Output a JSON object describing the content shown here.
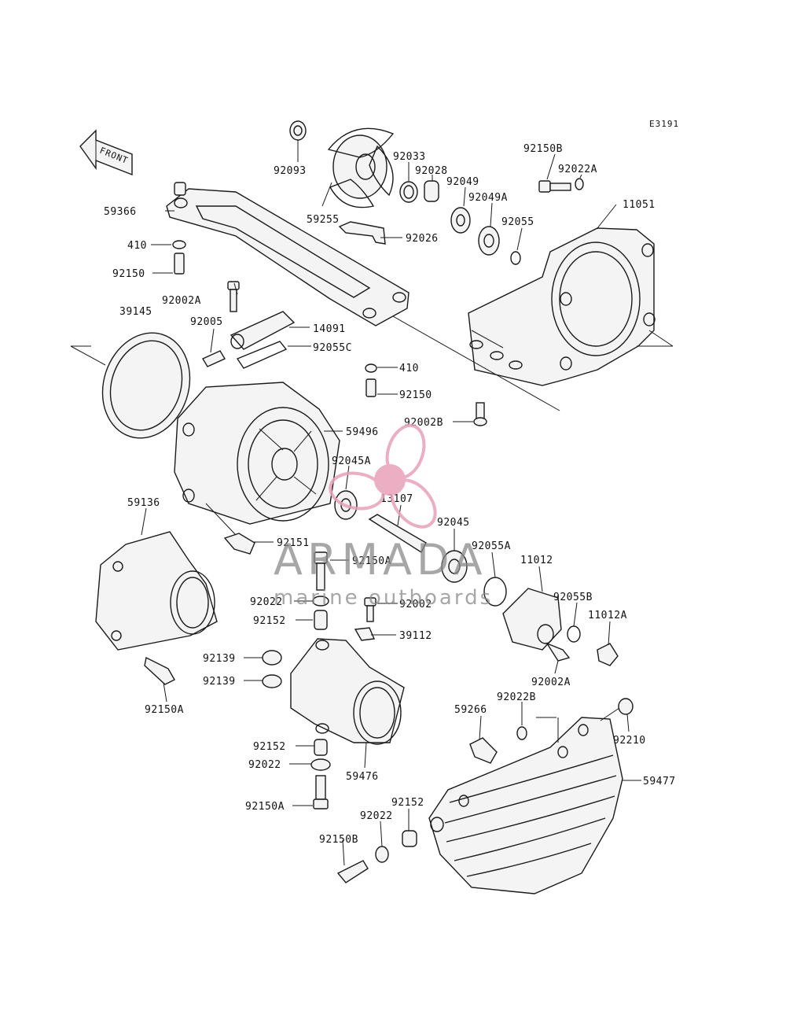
{
  "diagram_code": "E3191",
  "front_label": "FRONT",
  "watermark": {
    "brand": "ARMADA",
    "tagline": "marine outboards",
    "color": "#e8a0b8"
  },
  "labels": [
    {
      "id": "92093",
      "text": "92093"
    },
    {
      "id": "92033",
      "text": "92033"
    },
    {
      "id": "92028",
      "text": "92028"
    },
    {
      "id": "92049",
      "text": "92049"
    },
    {
      "id": "92049A",
      "text": "92049A"
    },
    {
      "id": "92055",
      "text": "92055"
    },
    {
      "id": "92150B_top",
      "text": "92150B"
    },
    {
      "id": "92022A",
      "text": "92022A"
    },
    {
      "id": "11051",
      "text": "11051"
    },
    {
      "id": "59366",
      "text": "59366"
    },
    {
      "id": "59255",
      "text": "59255"
    },
    {
      "id": "92026",
      "text": "92026"
    },
    {
      "id": "410_top",
      "text": "410"
    },
    {
      "id": "92150_top",
      "text": "92150"
    },
    {
      "id": "92002A_top",
      "text": "92002A"
    },
    {
      "id": "39145",
      "text": "39145"
    },
    {
      "id": "92005",
      "text": "92005"
    },
    {
      "id": "14091",
      "text": "14091"
    },
    {
      "id": "92055C",
      "text": "92055C"
    },
    {
      "id": "410_mid",
      "text": "410"
    },
    {
      "id": "92150_mid",
      "text": "92150"
    },
    {
      "id": "92002B",
      "text": "92002B"
    },
    {
      "id": "59496",
      "text": "59496"
    },
    {
      "id": "92045A",
      "text": "92045A"
    },
    {
      "id": "13107",
      "text": "13107"
    },
    {
      "id": "92045",
      "text": "92045"
    },
    {
      "id": "59136",
      "text": "59136"
    },
    {
      "id": "92151",
      "text": "92151"
    },
    {
      "id": "92150A_mid",
      "text": "92150A"
    },
    {
      "id": "92055A",
      "text": "92055A"
    },
    {
      "id": "11012",
      "text": "11012"
    },
    {
      "id": "92022_a",
      "text": "92022"
    },
    {
      "id": "92002",
      "text": "92002"
    },
    {
      "id": "92055B",
      "text": "92055B"
    },
    {
      "id": "92152_a",
      "text": "92152"
    },
    {
      "id": "39112",
      "text": "39112"
    },
    {
      "id": "11012A",
      "text": "11012A"
    },
    {
      "id": "92139_a",
      "text": "92139"
    },
    {
      "id": "92139_b",
      "text": "92139"
    },
    {
      "id": "92002A_bot",
      "text": "92002A"
    },
    {
      "id": "92022B",
      "text": "92022B"
    },
    {
      "id": "92150A_left",
      "text": "92150A"
    },
    {
      "id": "59266",
      "text": "59266"
    },
    {
      "id": "92210",
      "text": "92210"
    },
    {
      "id": "92152_b",
      "text": "92152"
    },
    {
      "id": "92022_b",
      "text": "92022"
    },
    {
      "id": "59476",
      "text": "59476"
    },
    {
      "id": "59477",
      "text": "59477"
    },
    {
      "id": "92150A_bot",
      "text": "92150A"
    },
    {
      "id": "92152_c",
      "text": "92152"
    },
    {
      "id": "92022_c",
      "text": "92022"
    },
    {
      "id": "92150B_bot",
      "text": "92150B"
    }
  ]
}
